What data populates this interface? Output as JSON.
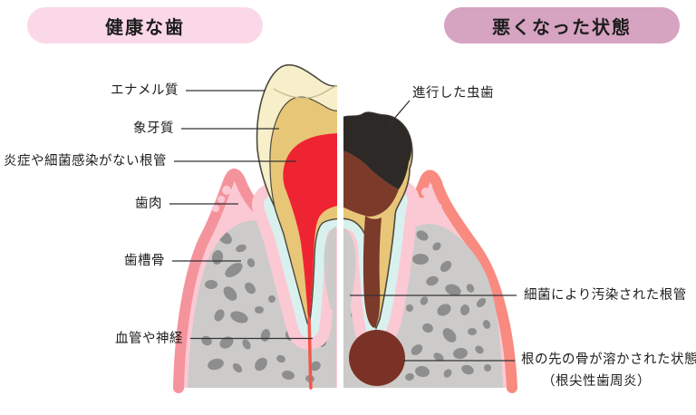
{
  "header": {
    "left_title": "健康な歯",
    "right_title": "悪くなった状態"
  },
  "labels": {
    "left": [
      {
        "text": "エナメル質"
      },
      {
        "text": "象牙質"
      },
      {
        "text": "炎症や細菌感染がない根管"
      },
      {
        "text": "歯肉"
      },
      {
        "text": "歯槽骨"
      },
      {
        "text": "血管や神経"
      }
    ],
    "right": [
      {
        "text": "進行した虫歯"
      },
      {
        "text": "細菌により汚染された根管"
      },
      {
        "text": "根の先の骨が溶かされた状態",
        "sub": "（根尖性歯周炎）"
      }
    ]
  },
  "illustration": {
    "name": "tooth-cross-section-healthy-vs-decayed",
    "left_half": "healthy tooth cross-section",
    "right_half": "decayed tooth cross-section"
  },
  "colors": {
    "pill_left": "#fbd8e7",
    "pill_right": "#d6a3c1",
    "text": "#1d1d1d",
    "line": "#333333",
    "enamel": "#f6efca",
    "dentin": "#e8c678",
    "pulp_red": "#ee2433",
    "decay_black": "#2d2927",
    "infected_brown": "#7b3a2a",
    "lesion_brown": "#7b3226",
    "gum_outer_left": "#f5939d",
    "gum_outer_right": "#f88a80",
    "gum_inner": "#fbc9d4",
    "ligament_blue": "#d8f1ee",
    "bone": "#cccbca",
    "bone_spot": "#8e8e8e",
    "vessel_red": "#f4564a",
    "outline": "#4c4a3e"
  }
}
